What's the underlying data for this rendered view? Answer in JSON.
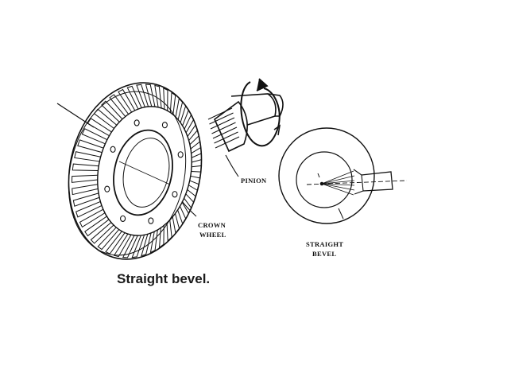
{
  "labels": {
    "pinion": "PINION",
    "crown_line1": "CROWN",
    "crown_line2": "WHEEL",
    "straight_line1": "STRAIGHT",
    "straight_line2": "BEVEL"
  },
  "caption": "Straight bevel.",
  "colors": {
    "ink": "#111111",
    "background": "#ffffff"
  }
}
